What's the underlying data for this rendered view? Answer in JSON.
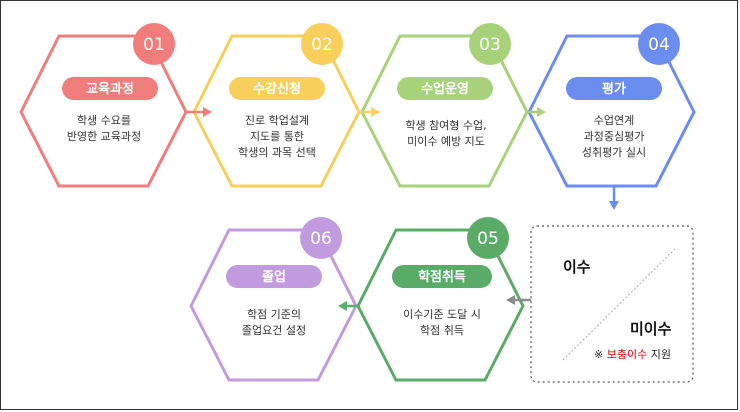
{
  "colors": {
    "step1": "#f07d7b",
    "step2": "#f7cf5a",
    "step3": "#a7d27a",
    "step4": "#6b8df0",
    "step5": "#5aab68",
    "step6": "#c29bde",
    "arrow": "#8c8c8c",
    "emphasis": "#e60000"
  },
  "steps": [
    {
      "number": "01",
      "title": "교육과정",
      "lines": [
        "학생 수요를",
        "반영한 교육과정"
      ]
    },
    {
      "number": "02",
      "title": "수강신청",
      "lines": [
        "진로 학업설계",
        "지도를 통한",
        "학생의 과목 선택"
      ]
    },
    {
      "number": "03",
      "title": "수업운영",
      "lines": [
        "학생 참여형 수업,",
        "미이수 예방 지도"
      ]
    },
    {
      "number": "04",
      "title": "평가",
      "lines": [
        "수업연계",
        "과정중심평가",
        "성취평가 실시"
      ]
    },
    {
      "number": "05",
      "title": "학점취득",
      "lines": [
        "이수기준 도달 시",
        "학점 취득"
      ]
    },
    {
      "number": "06",
      "title": "졸업",
      "lines": [
        "학점 기준의",
        "졸업요건 설정"
      ]
    }
  ],
  "outcome": {
    "complete": "이수",
    "incomplete": "미이수",
    "note_prefix": "※ ",
    "note_highlight": "보충이수",
    "note_suffix": " 지원"
  }
}
